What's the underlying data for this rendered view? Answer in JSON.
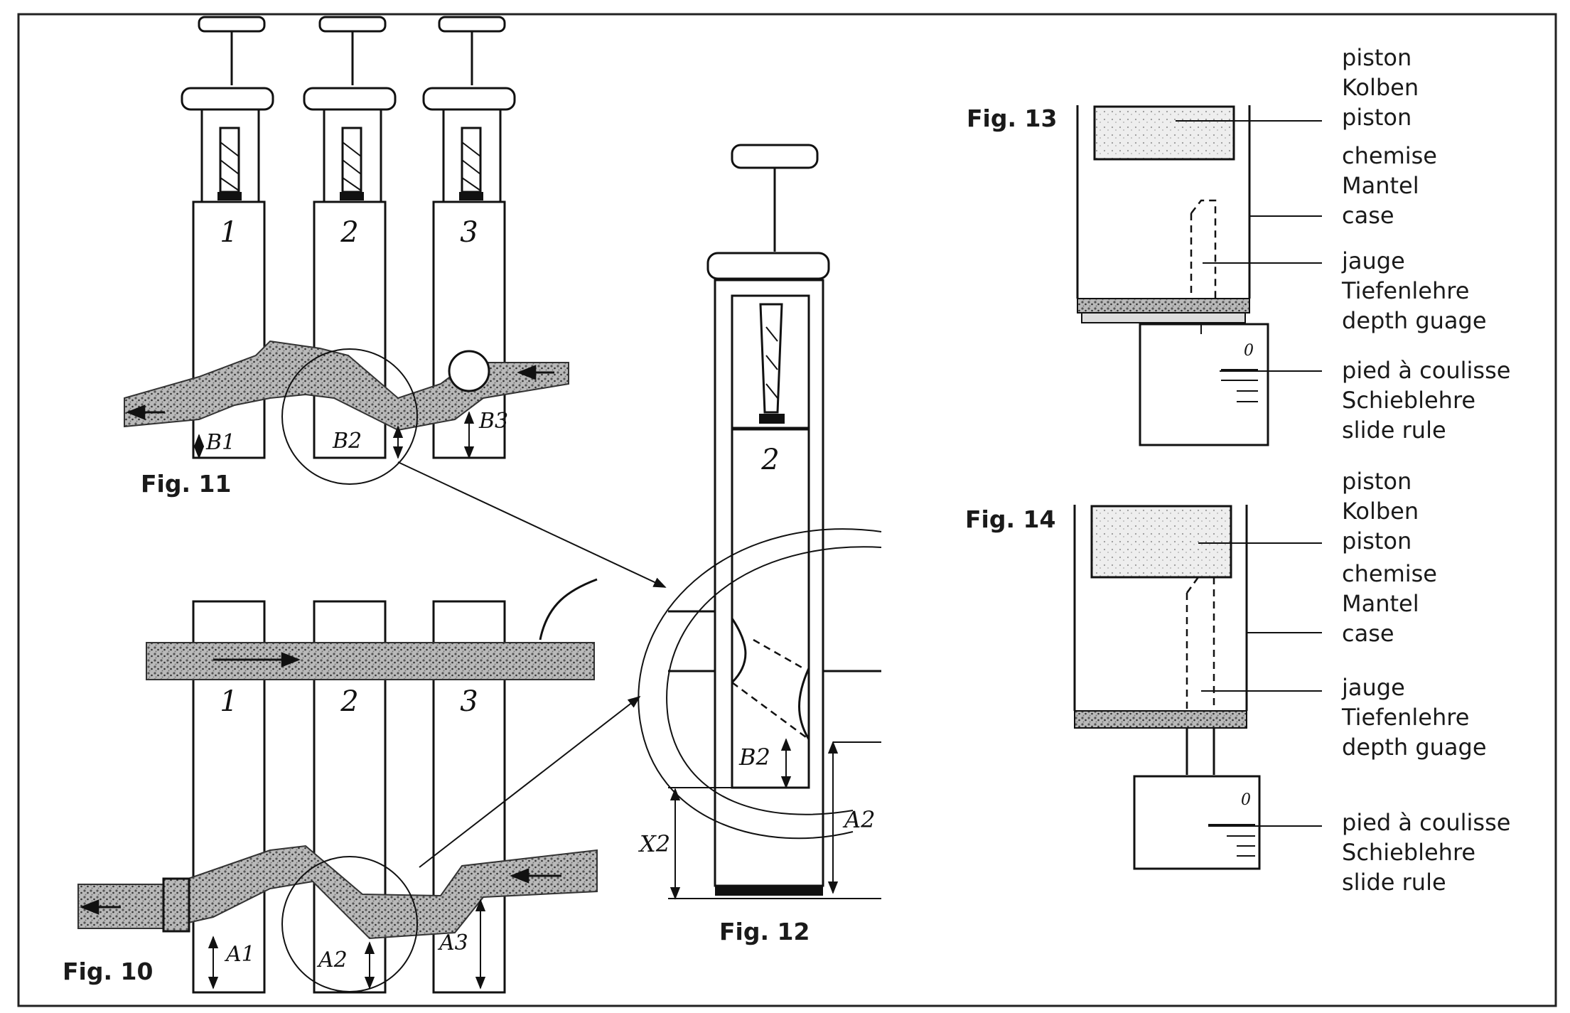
{
  "figures": {
    "fig10": {
      "label": "Fig. 10",
      "valves": [
        "1",
        "2",
        "3"
      ],
      "dims": [
        "A1",
        "A2",
        "A3"
      ]
    },
    "fig11": {
      "label": "Fig. 11",
      "valves": [
        "1",
        "2",
        "3"
      ],
      "dims": [
        "B1",
        "B2",
        "B3"
      ]
    },
    "fig12": {
      "label": "Fig. 12",
      "valve": "2",
      "dims": [
        "B2",
        "A2",
        "X2"
      ]
    },
    "fig13": {
      "label": "Fig. 13",
      "callouts": [
        [
          "piston",
          "Kolben",
          "piston"
        ],
        [
          "chemise",
          "Mantel",
          "case"
        ],
        [
          "jauge",
          "Tiefenlehre",
          "depth guage"
        ],
        [
          "pied à coulisse",
          "Schieblehre",
          "slide rule"
        ]
      ],
      "scale_mark": "0"
    },
    "fig14": {
      "label": "Fig. 14",
      "callouts": [
        [
          "piston",
          "Kolben",
          "piston"
        ],
        [
          "chemise",
          "Mantel",
          "case"
        ],
        [
          "jauge",
          "Tiefenlehre",
          "depth guage"
        ],
        [
          "pied à coulisse",
          "Schieblehre",
          "slide rule"
        ]
      ],
      "scale_mark": "0"
    }
  }
}
